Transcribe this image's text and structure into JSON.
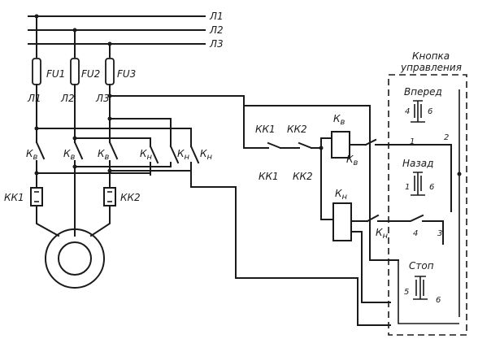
{
  "lines": [
    "Л1",
    "Л2",
    "Л3"
  ],
  "fuses": [
    "FU1",
    "FU2",
    "FU3"
  ],
  "phase_labels": [
    "Л1",
    "Л2",
    "Л3"
  ],
  "main_contacts": {
    "forward": [
      "К",
      "К",
      "К"
    ],
    "forward_sub": "в",
    "reverse": [
      "К",
      "К",
      "К"
    ],
    "reverse_sub": "н"
  },
  "thermal_relays": [
    "КК1",
    "КК2"
  ],
  "control": {
    "kk1_top": "КК1",
    "kk2_top": "КК2",
    "kk1_mid": "КК1",
    "kk2_mid": "КК2",
    "coil_fwd": "К",
    "coil_fwd_sub": "в",
    "coil_rev": "К",
    "coil_rev_sub": "н",
    "aux_fwd": "К",
    "aux_fwd_sub": "в",
    "aux_rev": "К",
    "aux_rev_sub": "н"
  },
  "button_box": {
    "title_line1": "Кнопка",
    "title_line2": "управления",
    "forward": "Вперед",
    "back": "Назад",
    "stop": "Стоп",
    "n4a": "4",
    "n6a": "6",
    "n1a": "1",
    "n2": "2",
    "n1b": "1",
    "n6b": "6",
    "n4b": "4",
    "n3": "3",
    "n5": "5",
    "n6c": "6"
  }
}
